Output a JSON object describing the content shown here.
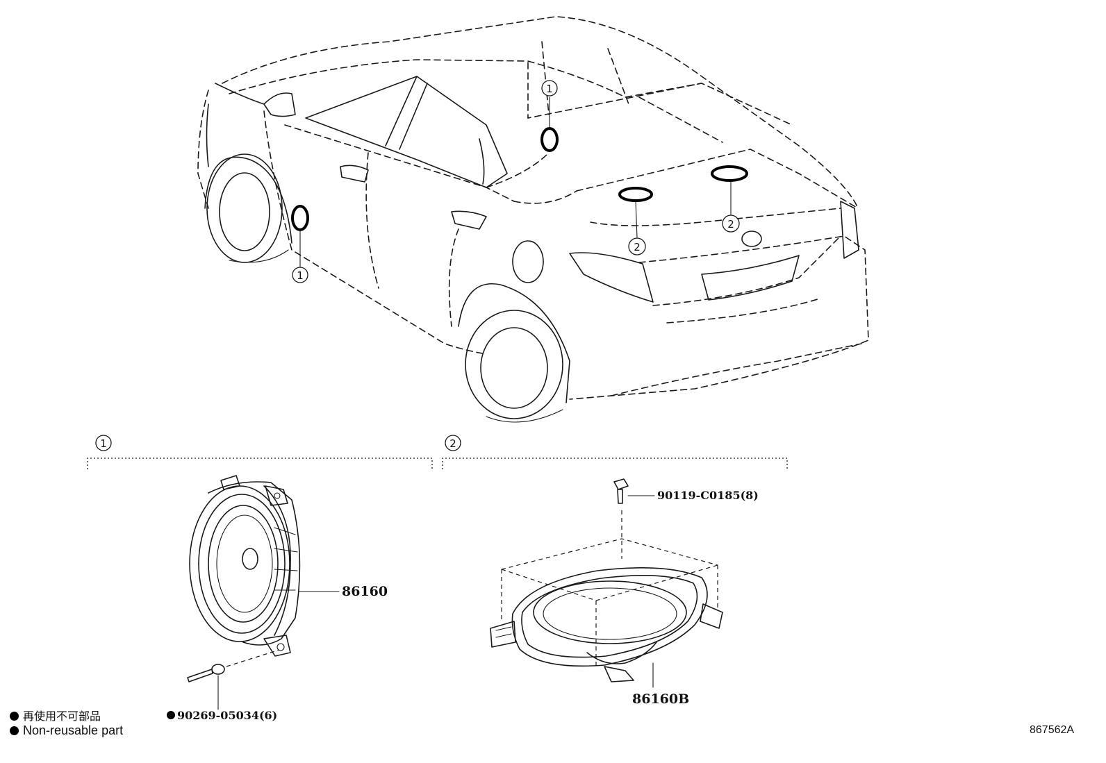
{
  "callouts": {
    "one": "1",
    "two": "2"
  },
  "parts": {
    "front_speaker": "86160",
    "rear_speaker": "86160B",
    "rivet": "90269-05034(6)",
    "screw": "90119-C0185(8)"
  },
  "legend": {
    "japanese": "再使用不可部品",
    "english": "Non-reusable part"
  },
  "illustration_id": "867562A"
}
